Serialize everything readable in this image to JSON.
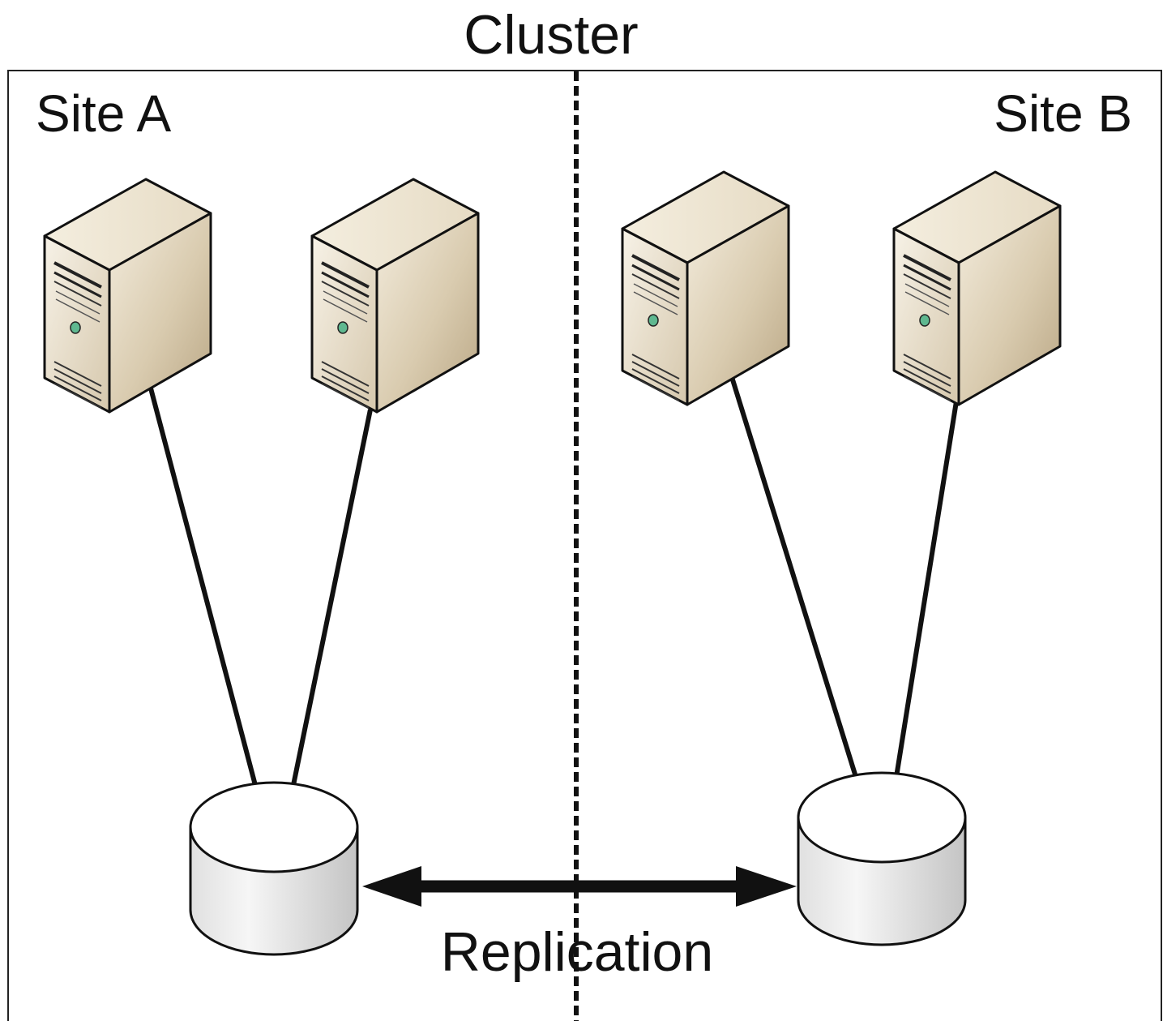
{
  "diagram": {
    "title": "Cluster",
    "sites": [
      {
        "label": "Site A"
      },
      {
        "label": "Site B"
      }
    ],
    "link_label": "Replication",
    "icons": {
      "server": "server-tower-icon",
      "storage": "storage-disk-icon"
    },
    "colors": {
      "server_light": "#f2ecdf",
      "server_mid": "#d8cbb0",
      "server_dark": "#b7a584",
      "server_led": "#5fb890",
      "disk_top": "#ffffff",
      "disk_side_light": "#f4f4f4",
      "disk_side_dark": "#c6c6c6",
      "stroke": "#111111"
    }
  }
}
